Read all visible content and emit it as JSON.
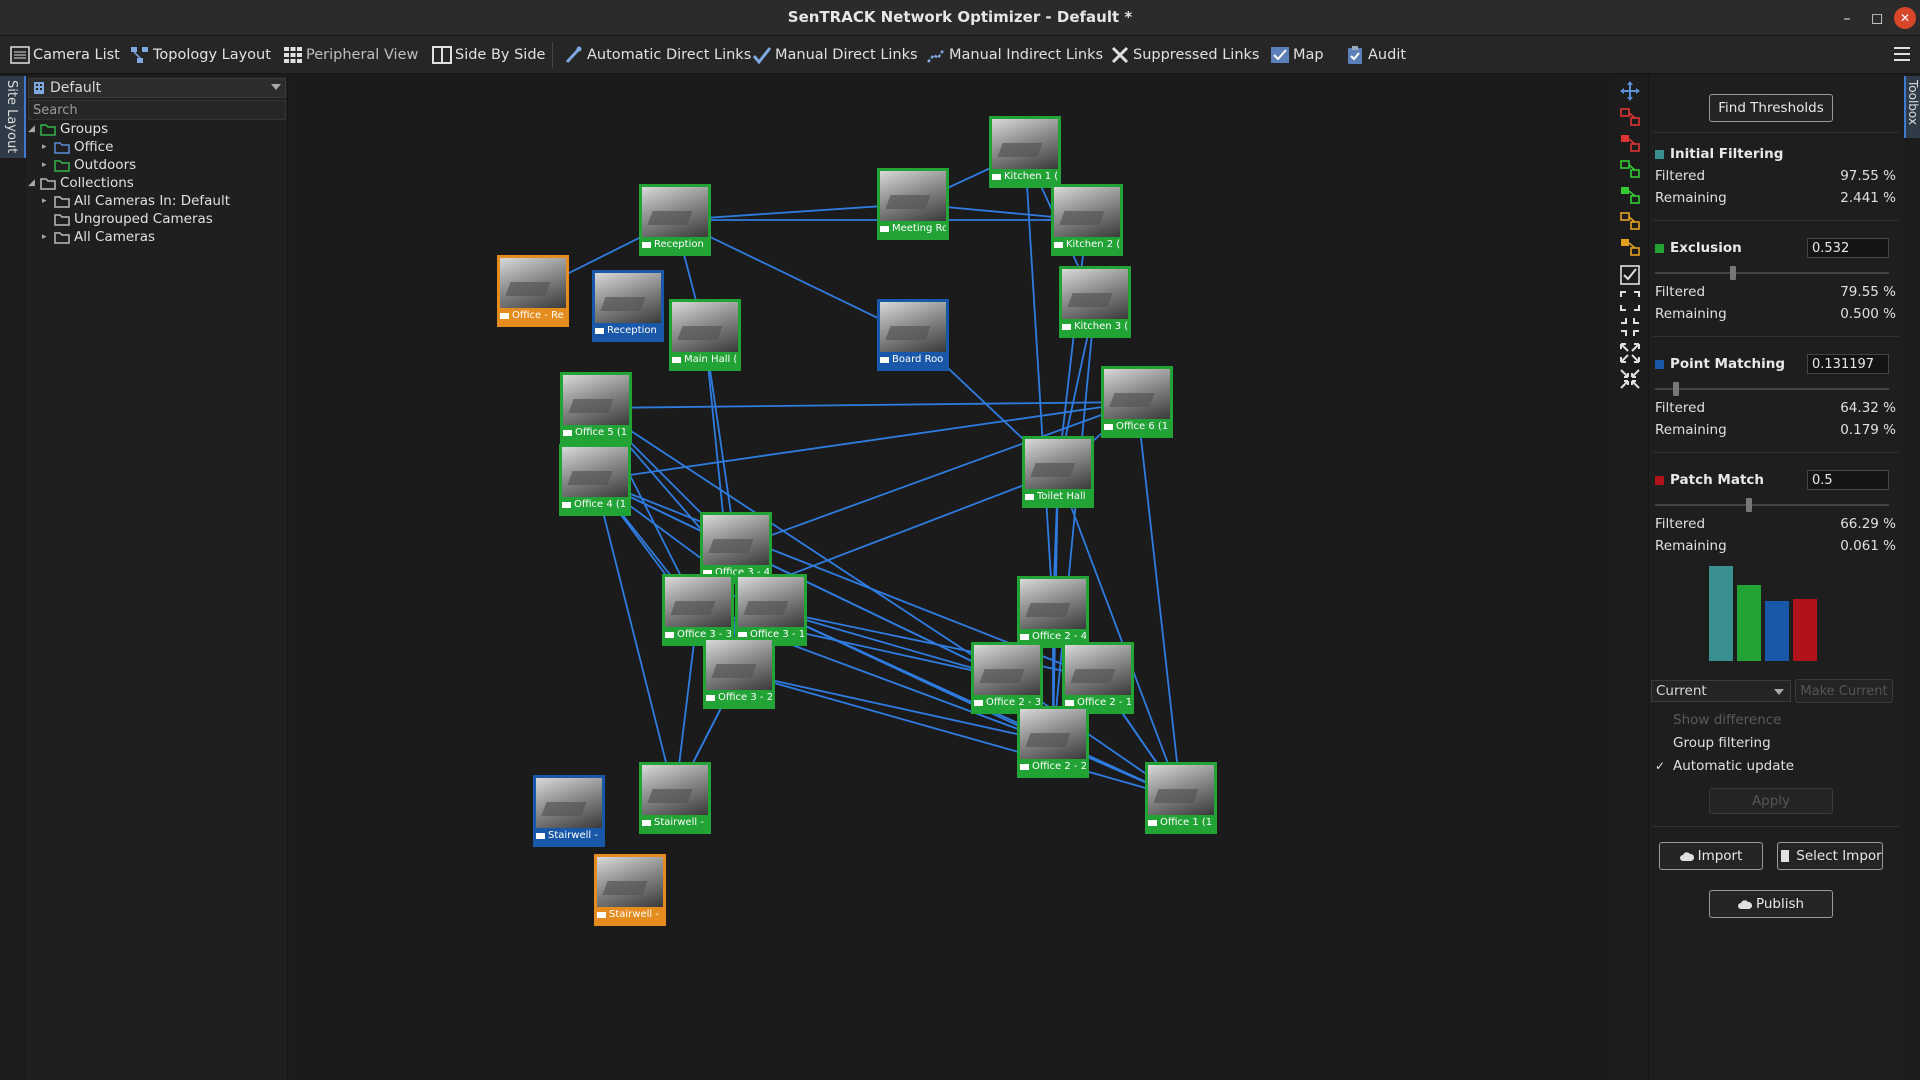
{
  "window": {
    "title": "SenTRACK Network Optimizer - Default *"
  },
  "toolbar": {
    "camera_list": "Camera List",
    "topology_layout": "Topology Layout",
    "peripheral_view": "Peripheral View",
    "side_by_side": "Side By Side",
    "automatic_direct_links": "Automatic Direct Links",
    "manual_direct_links": "Manual Direct Links",
    "manual_indirect_links": "Manual Indirect Links",
    "suppressed_links": "Suppressed Links",
    "map": "Map",
    "audit": "Audit"
  },
  "left_tab": "Site Layout",
  "right_tab": "Toolbox",
  "site": {
    "selected": "Default",
    "search_placeholder": "Search"
  },
  "tree": {
    "groups": "Groups",
    "office": "Office",
    "outdoors": "Outdoors",
    "collections": "Collections",
    "all_cameras_in": "All Cameras In: Default",
    "ungrouped": "Ungrouped Cameras",
    "all_cameras": "All Cameras"
  },
  "nodes": [
    {
      "label": "Kitchen 1 (",
      "color": "green"
    },
    {
      "label": "Meeting Ro",
      "color": "green"
    },
    {
      "label": "Reception",
      "color": "green"
    },
    {
      "label": "Kitchen 2 (",
      "color": "green"
    },
    {
      "label": "Office - Re",
      "color": "orange"
    },
    {
      "label": "Reception",
      "color": "blue"
    },
    {
      "label": "Main Hall (",
      "color": "green"
    },
    {
      "label": "Board Roo",
      "color": "blue"
    },
    {
      "label": "Kitchen 3 (",
      "color": "green"
    },
    {
      "label": "Office 5 (1",
      "color": "green"
    },
    {
      "label": "Office 6 (1",
      "color": "green"
    },
    {
      "label": "Office 4 (1",
      "color": "green"
    },
    {
      "label": "Toilet Hall",
      "color": "green"
    },
    {
      "label": "Office 3 - 4",
      "color": "green"
    },
    {
      "label": "Office 3 - 3",
      "color": "green"
    },
    {
      "label": "Office 3 - 1",
      "color": "green"
    },
    {
      "label": "Office 2 - 4",
      "color": "green"
    },
    {
      "label": "Office 3 - 2",
      "color": "green"
    },
    {
      "label": "Office 2 - 3",
      "color": "green"
    },
    {
      "label": "Office 2 - 1",
      "color": "green"
    },
    {
      "label": "Office 2 - 2",
      "color": "green"
    },
    {
      "label": "Stairwell -",
      "color": "blue"
    },
    {
      "label": "Stairwell -",
      "color": "green"
    },
    {
      "label": "Office 1 (1",
      "color": "green"
    },
    {
      "label": "Stairwell -",
      "color": "orange"
    }
  ],
  "toolbox": {
    "find_thresholds": "Find Thresholds",
    "initial_filtering": {
      "title": "Initial Filtering",
      "filtered_label": "Filtered",
      "filtered": "97.55 %",
      "remaining_label": "Remaining",
      "remaining": "2.441 %",
      "color": "#3a8f8f"
    },
    "exclusion": {
      "title": "Exclusion",
      "value": "0.532",
      "slider": 0.33,
      "filtered_label": "Filtered",
      "filtered": "79.55 %",
      "remaining_label": "Remaining",
      "remaining": "0.500 %",
      "color": "#22a336"
    },
    "point_matching": {
      "title": "Point Matching",
      "value": "0.131197",
      "slider": 0.08,
      "filtered_label": "Filtered",
      "filtered": "64.32 %",
      "remaining_label": "Remaining",
      "remaining": "0.179 %",
      "color": "#1958a8"
    },
    "patch_match": {
      "title": "Patch Match",
      "value": "0.5",
      "slider": 0.4,
      "filtered_label": "Filtered",
      "filtered": "66.29 %",
      "remaining_label": "Remaining",
      "remaining": "0.061 %",
      "color": "#b0141a"
    },
    "histogram_colors": [
      "#3a8f8f",
      "#22a336",
      "#1958a8",
      "#b0141a"
    ],
    "mode": "Current",
    "make_current": "Make Current",
    "show_difference": "Show difference",
    "group_filtering": "Group filtering",
    "automatic_update": "Automatic update",
    "apply": "Apply",
    "import": "Import",
    "select_import": "Select Impor",
    "publish": "Publish"
  }
}
